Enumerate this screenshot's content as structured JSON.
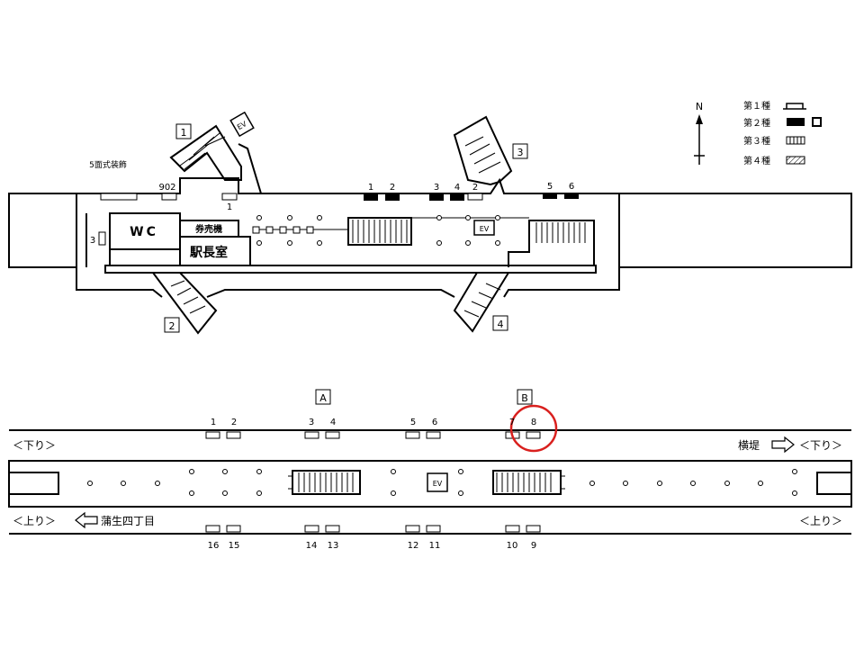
{
  "concourse": {
    "exits": [
      "1",
      "2",
      "3",
      "4"
    ],
    "ev_label": "EV",
    "wc_label": "WC",
    "ticket_label": "券売機",
    "office_label": "駅長室",
    "decor_label": "5面式装飾",
    "n902_label": "902",
    "left_label": "3",
    "bottom_label": "1",
    "top_labels": [
      "1",
      "2",
      "3",
      "4",
      "2",
      "5",
      "6"
    ]
  },
  "compass": {
    "label": "N"
  },
  "legend": {
    "items": [
      {
        "label": "第１種",
        "style": "type1"
      },
      {
        "label": "第２種",
        "style": "type2"
      },
      {
        "label": "第３種",
        "style": "type3"
      },
      {
        "label": "第４種",
        "style": "type4"
      }
    ]
  },
  "platform": {
    "section_a": "A",
    "section_b": "B",
    "top_numbers": [
      "1",
      "2",
      "3",
      "4",
      "5",
      "6",
      "7",
      "8"
    ],
    "bottom_numbers": [
      "16",
      "15",
      "14",
      "13",
      "12",
      "11",
      "10",
      "9"
    ],
    "ev_label": "EV",
    "down_left": "＜下り＞",
    "down_right_dest": "横堤",
    "down_right": "＜下り＞",
    "up_left": "＜上り＞",
    "up_left_dest": "蒲生四丁目",
    "up_right": "＜上り＞"
  }
}
